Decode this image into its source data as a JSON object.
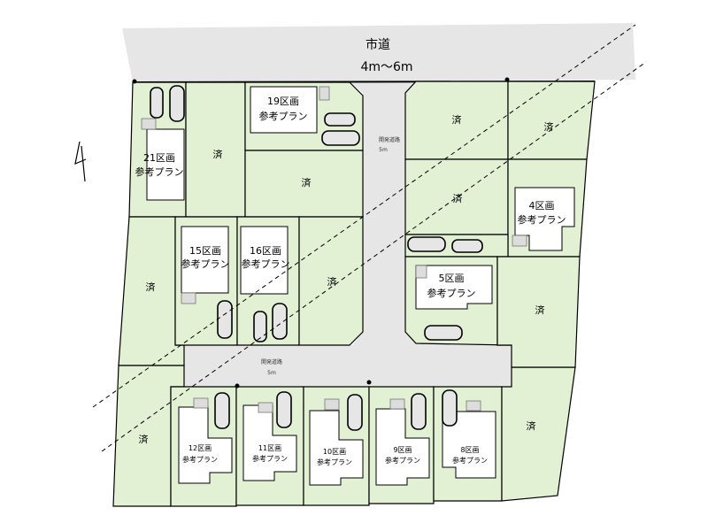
{
  "city_road": {
    "name": "市道",
    "width": "4m～6m"
  },
  "dev_road": {
    "label": "開発道路",
    "width": "5m"
  },
  "sold_label": "済",
  "plan_label": "参考プラン",
  "lots": {
    "l21": "21区画",
    "l19": "19区画",
    "l15": "15区画",
    "l16": "16区画",
    "l4": "4区画",
    "l5": "5区画",
    "l12": "12区画",
    "l11": "11区画",
    "l10": "10区画",
    "l9": "9区画",
    "l8": "8区画"
  },
  "colors": {
    "lot": "#e2f0d4",
    "road": "#e6e6e6"
  }
}
